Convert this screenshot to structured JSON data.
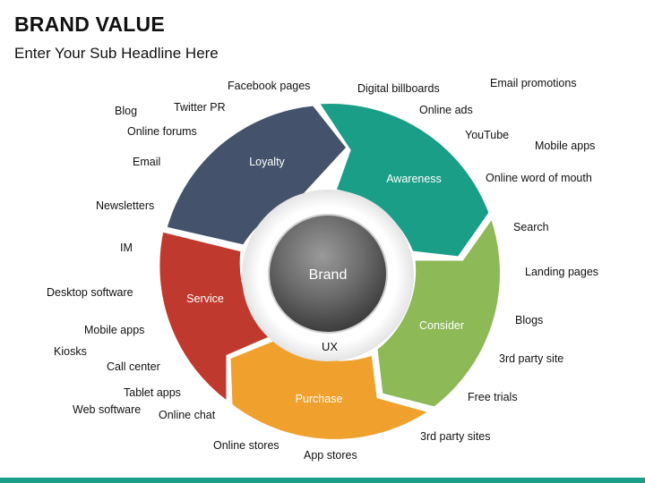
{
  "header": {
    "title": "BRAND VALUE",
    "subtitle": "Enter Your Sub Headline Here"
  },
  "center": {
    "label": "Brand",
    "inner_label": "UX"
  },
  "segments": [
    {
      "id": "loyalty",
      "label": "Loyalty",
      "color": "#44536b"
    },
    {
      "id": "awareness",
      "label": "Awareness",
      "color": "#1a9e87"
    },
    {
      "id": "consider",
      "label": "Consider",
      "color": "#8db956"
    },
    {
      "id": "purchase",
      "label": "Purchase",
      "color": "#f0a02c"
    },
    {
      "id": "service",
      "label": "Service",
      "color": "#c0392e"
    }
  ],
  "channels": {
    "loyalty": [
      "Facebook pages",
      "Twitter PR",
      "Blog",
      "Online forums",
      "Email"
    ],
    "awareness": [
      "Digital billboards",
      "Email promotions",
      "Online ads",
      "YouTube",
      "Mobile apps",
      "Online word of mouth"
    ],
    "consider": [
      "Search",
      "Landing pages",
      "Blogs",
      "3rd party site",
      "Free trials"
    ],
    "purchase": [
      "3rd party sites",
      "App stores",
      "Online stores",
      "Online chat"
    ],
    "service": [
      "Newsletters",
      "IM",
      "Desktop software",
      "Mobile apps",
      "Kiosks",
      "Call center",
      "Tablet apps",
      "Web software"
    ]
  },
  "colors": {
    "footer": "#1a9e87",
    "center_sphere": "#6b6b6b"
  }
}
